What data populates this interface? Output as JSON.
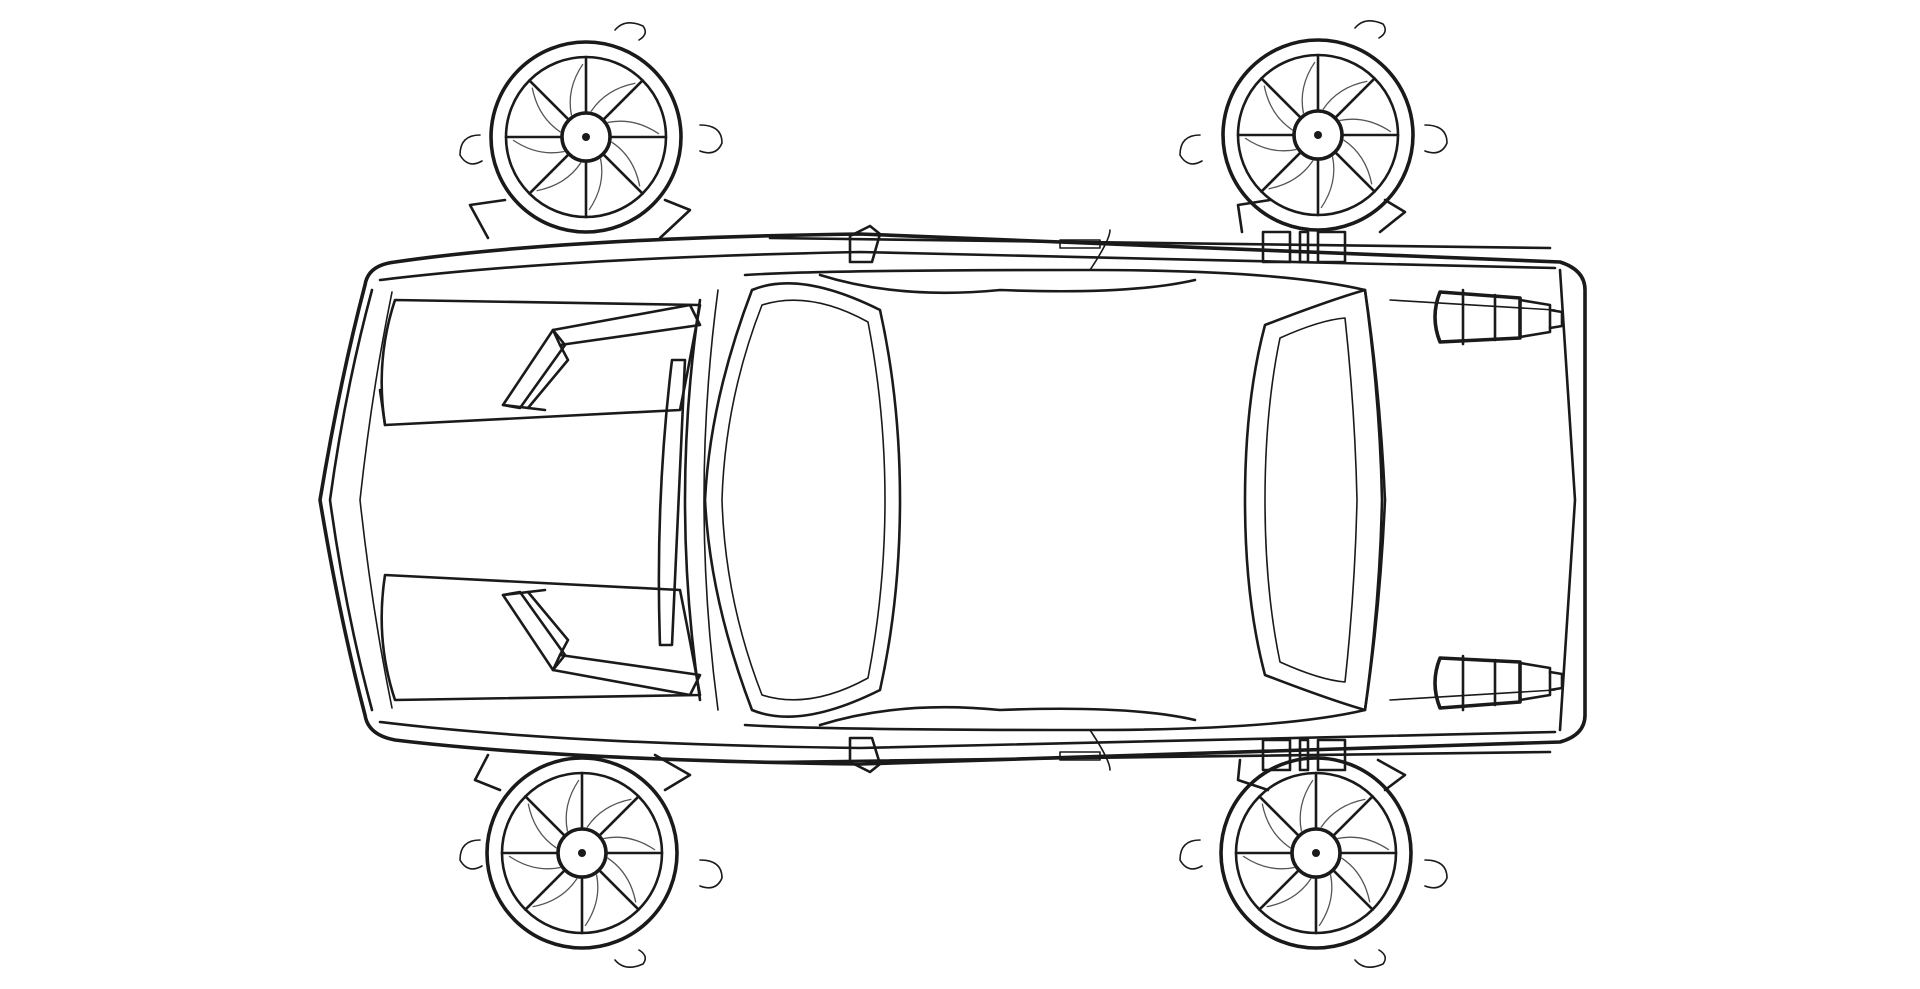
{
  "illustration": {
    "subject": "flying-car-top-view",
    "line_color": "#1a1a1a",
    "background_color": "#ffffff",
    "rotor_count": 4,
    "rotor_blades": 8
  }
}
